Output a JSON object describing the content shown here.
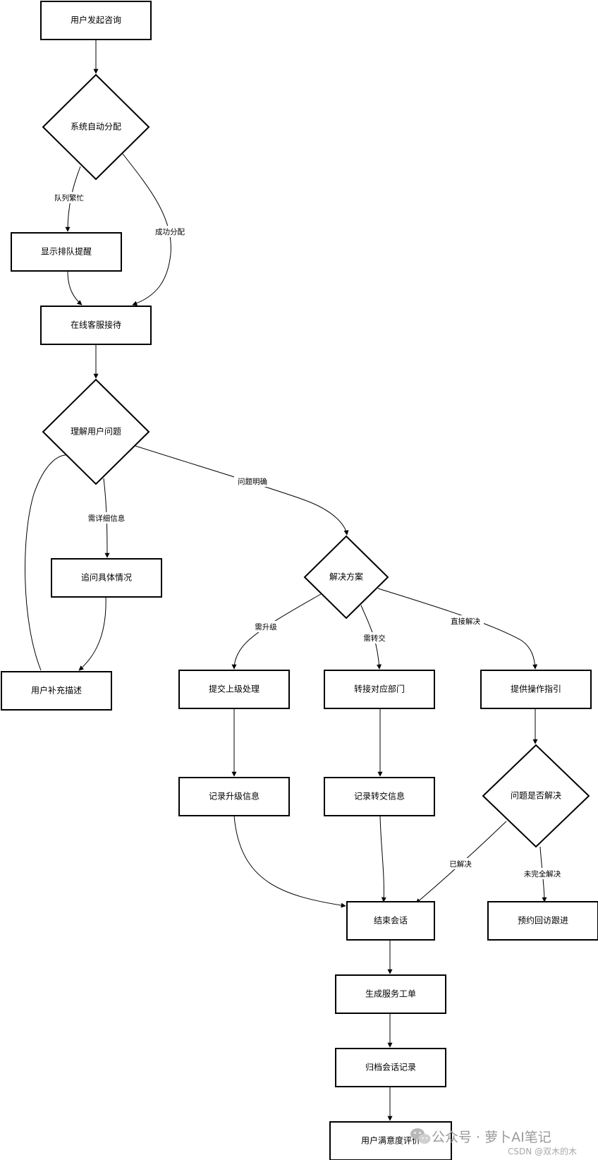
{
  "nodes": {
    "start": "用户发起咨询",
    "auto_assign": "系统自动分配",
    "queue_notice": "显示排队提醒",
    "online_agent": "在线客服接待",
    "understand": "理解用户问题",
    "ask_details": "追问具体情况",
    "user_supplement": "用户补充描述",
    "solution": "解决方案",
    "escalate": "提交上级处理",
    "transfer": "转接对应部门",
    "guide": "提供操作指引",
    "record_escalate": "记录升级信息",
    "record_transfer": "记录转交信息",
    "resolved_check": "问题是否解决",
    "end_session": "结束会话",
    "followup": "预约回访跟进",
    "ticket": "生成服务工单",
    "archive": "归档会话记录",
    "rating": "用户满意度评价"
  },
  "edge_labels": {
    "queue_busy": "队列繁忙",
    "assign_success": "成功分配",
    "need_details": "需详细信息",
    "problem_clear": "问题明确",
    "need_escalate": "需升级",
    "need_transfer": "需转交",
    "direct_solve": "直接解决",
    "solved": "已解决",
    "not_fully_solved": "未完全解决"
  },
  "watermark": {
    "icon": "wechat-icon",
    "text": "公众号 · 萝卜AI笔记",
    "subtext": "CSDN @双木的木"
  }
}
